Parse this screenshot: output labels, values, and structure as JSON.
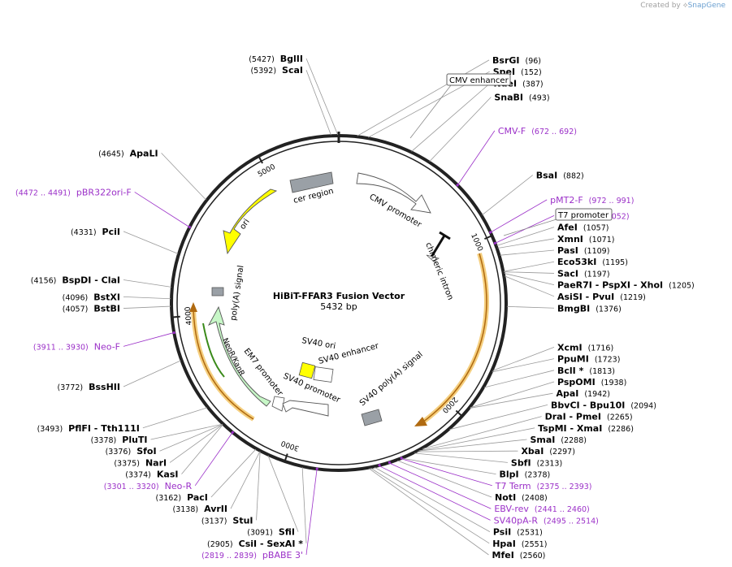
{
  "credit": {
    "prefix": "Created by",
    "brand": "SnapGene"
  },
  "plasmid": {
    "name": "HiBiT-FFAR3 Fusion Vector",
    "size": "5432 bp"
  },
  "colors": {
    "enzyme": "#000000",
    "primer": "#9b30c8",
    "backbone": "#222222"
  },
  "ticks": [
    "1000",
    "2000",
    "3000",
    "4000",
    "5000"
  ],
  "enzymes": [
    {
      "name": "ScaI",
      "pos": "(5392)",
      "loc": 5392
    },
    {
      "name": "BglII",
      "pos": "(5427)",
      "loc": 5427
    },
    {
      "name": "BsrGI",
      "pos": "(96)",
      "loc": 96
    },
    {
      "name": "SpeI",
      "pos": "(152)",
      "loc": 152
    },
    {
      "name": "NdeI",
      "pos": "(387)",
      "loc": 387
    },
    {
      "name": "SnaBI",
      "pos": "(493)",
      "loc": 493
    },
    {
      "name": "BsaI",
      "pos": "(882)",
      "loc": 882
    },
    {
      "name": "AfeI",
      "pos": "(1057)",
      "loc": 1057
    },
    {
      "name": "XmnI",
      "pos": "(1071)",
      "loc": 1071
    },
    {
      "name": "PasI",
      "pos": "(1109)",
      "loc": 1109
    },
    {
      "name": "Eco53kI",
      "pos": "(1195)",
      "loc": 1195
    },
    {
      "name": "SacI",
      "pos": "(1197)",
      "loc": 1197
    },
    {
      "name": "PaeR7I - PspXI - XhoI",
      "pos": "(1205)",
      "loc": 1205
    },
    {
      "name": "AsiSI - PvuI",
      "pos": "(1219)",
      "loc": 1219
    },
    {
      "name": "BmgBI",
      "pos": "(1376)",
      "loc": 1376
    },
    {
      "name": "XcmI",
      "pos": "(1716)",
      "loc": 1716
    },
    {
      "name": "PpuMI",
      "pos": "(1723)",
      "loc": 1723
    },
    {
      "name": "BclI *",
      "pos": "(1813)",
      "loc": 1813
    },
    {
      "name": "PspOMI",
      "pos": "(1938)",
      "loc": 1938
    },
    {
      "name": "ApaI",
      "pos": "(1942)",
      "loc": 1942
    },
    {
      "name": "BbvCI - Bpu10I",
      "pos": "(2094)",
      "loc": 2094
    },
    {
      "name": "DraI - PmeI",
      "pos": "(2265)",
      "loc": 2265
    },
    {
      "name": "TspMI - XmaI",
      "pos": "(2286)",
      "loc": 2286
    },
    {
      "name": "SmaI",
      "pos": "(2288)",
      "loc": 2288
    },
    {
      "name": "XbaI",
      "pos": "(2297)",
      "loc": 2297
    },
    {
      "name": "SbfI",
      "pos": "(2313)",
      "loc": 2313
    },
    {
      "name": "BlpI",
      "pos": "(2378)",
      "loc": 2378
    },
    {
      "name": "NotI",
      "pos": "(2408)",
      "loc": 2408
    },
    {
      "name": "PsiI",
      "pos": "(2531)",
      "loc": 2531
    },
    {
      "name": "HpaI",
      "pos": "(2551)",
      "loc": 2551
    },
    {
      "name": "MfeI",
      "pos": "(2560)",
      "loc": 2560
    },
    {
      "name": "CsiI - SexAI *",
      "pos": "(2905)",
      "loc": 2905
    },
    {
      "name": "SfiI",
      "pos": "(3091)",
      "loc": 3091
    },
    {
      "name": "StuI",
      "pos": "(3137)",
      "loc": 3137
    },
    {
      "name": "AvrII",
      "pos": "(3138)",
      "loc": 3138
    },
    {
      "name": "PacI",
      "pos": "(3162)",
      "loc": 3162
    },
    {
      "name": "KasI",
      "pos": "(3374)",
      "loc": 3374
    },
    {
      "name": "NarI",
      "pos": "(3375)",
      "loc": 3375
    },
    {
      "name": "SfoI",
      "pos": "(3376)",
      "loc": 3376
    },
    {
      "name": "PluTI",
      "pos": "(3378)",
      "loc": 3378
    },
    {
      "name": "PflFI - Tth111I",
      "pos": "(3493)",
      "loc": 3493
    },
    {
      "name": "BssHII",
      "pos": "(3772)",
      "loc": 3772
    },
    {
      "name": "BstBI",
      "pos": "(4057)",
      "loc": 4057
    },
    {
      "name": "BstXI",
      "pos": "(4096)",
      "loc": 4096
    },
    {
      "name": "BspDI - ClaI",
      "pos": "(4156)",
      "loc": 4156
    },
    {
      "name": "PciI",
      "pos": "(4331)",
      "loc": 4331
    },
    {
      "name": "ApaLI",
      "pos": "(4645)",
      "loc": 4645
    }
  ],
  "primers": [
    {
      "name": "CMV-F",
      "pos": "(672 .. 692)",
      "loc": 682
    },
    {
      "name": "pMT2-F",
      "pos": "(972 .. 991)",
      "loc": 981
    },
    {
      "name": "T7",
      "pos": "(1033 .. 1052)",
      "loc": 1042
    },
    {
      "name": "T7 Term",
      "pos": "(2375 .. 2393)",
      "loc": 2384
    },
    {
      "name": "EBV-rev",
      "pos": "(2441 .. 2460)",
      "loc": 2450
    },
    {
      "name": "SV40pA-R",
      "pos": "(2495 .. 2514)",
      "loc": 2504
    },
    {
      "name": "pBABE 3'",
      "pos": "(2819 .. 2839)",
      "loc": 2829
    },
    {
      "name": "Neo-R",
      "pos": "(3301 .. 3320)",
      "loc": 3310
    },
    {
      "name": "Neo-F",
      "pos": "(3911 .. 3930)",
      "loc": 3920
    },
    {
      "name": "pBR322ori-F",
      "pos": "(4472 .. 4491)",
      "loc": 4481
    }
  ],
  "boxed_labels": [
    "CMV enhancer",
    "T7 promoter"
  ],
  "features": [
    {
      "name": "cer region"
    },
    {
      "name": "CMV promoter"
    },
    {
      "name": "chimeric intron"
    },
    {
      "name": "ori"
    },
    {
      "name": "poly(A) signal"
    },
    {
      "name": "NeoR/KanR"
    },
    {
      "name": "EM7 promoter"
    },
    {
      "name": "SV40 promoter"
    },
    {
      "name": "SV40 ori"
    },
    {
      "name": "SV40 enhancer"
    },
    {
      "name": "SV40 poly(A) signal"
    }
  ]
}
